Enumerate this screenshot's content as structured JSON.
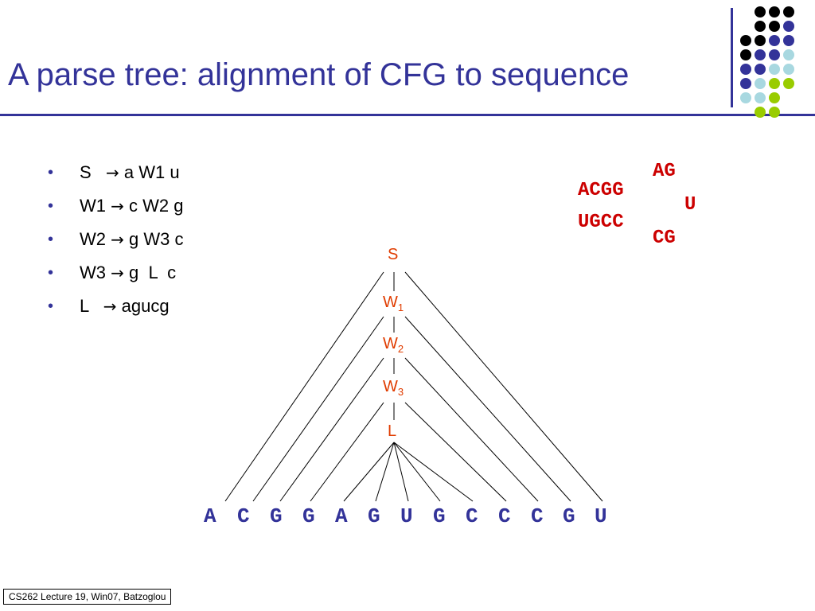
{
  "slide": {
    "title": "A parse tree: alignment of CFG to sequence",
    "footer": "CS262 Lecture 19, Win07, Batzoglou"
  },
  "grammar": {
    "bullet": "•",
    "arrow": "→",
    "rules": [
      {
        "lhs": "S  ",
        "rhs": "a W1 u"
      },
      {
        "lhs": "W1",
        "rhs": "c W2 g"
      },
      {
        "lhs": "W2",
        "rhs": "g W3 c"
      },
      {
        "lhs": "W3",
        "rhs": "g  L  c"
      },
      {
        "lhs": "L  ",
        "rhs": "agucg"
      }
    ]
  },
  "hairpin": {
    "stem_top": "ACGG",
    "stem_bottom": "UGCC",
    "loop_top": "AG",
    "loop_mid": "U",
    "loop_bottom": "CG"
  },
  "tree": {
    "nodes": {
      "s": {
        "label": "S",
        "sub": ""
      },
      "w1": {
        "label": "W",
        "sub": "1"
      },
      "w2": {
        "label": "W",
        "sub": "2"
      },
      "w3": {
        "label": "W",
        "sub": "3"
      },
      "l": {
        "label": "L",
        "sub": ""
      }
    },
    "sequence": [
      "A",
      "C",
      "G",
      "G",
      "A",
      "G",
      "U",
      "G",
      "C",
      "C",
      "C",
      "G",
      "U"
    ]
  },
  "colors": {
    "title": "#333399",
    "node": "#e03c00",
    "hairpin": "#cc0000",
    "sequence": "#333399",
    "deco_dots": [
      "#000000",
      "#333399",
      "#a8d8e0",
      "#99cc00"
    ]
  }
}
